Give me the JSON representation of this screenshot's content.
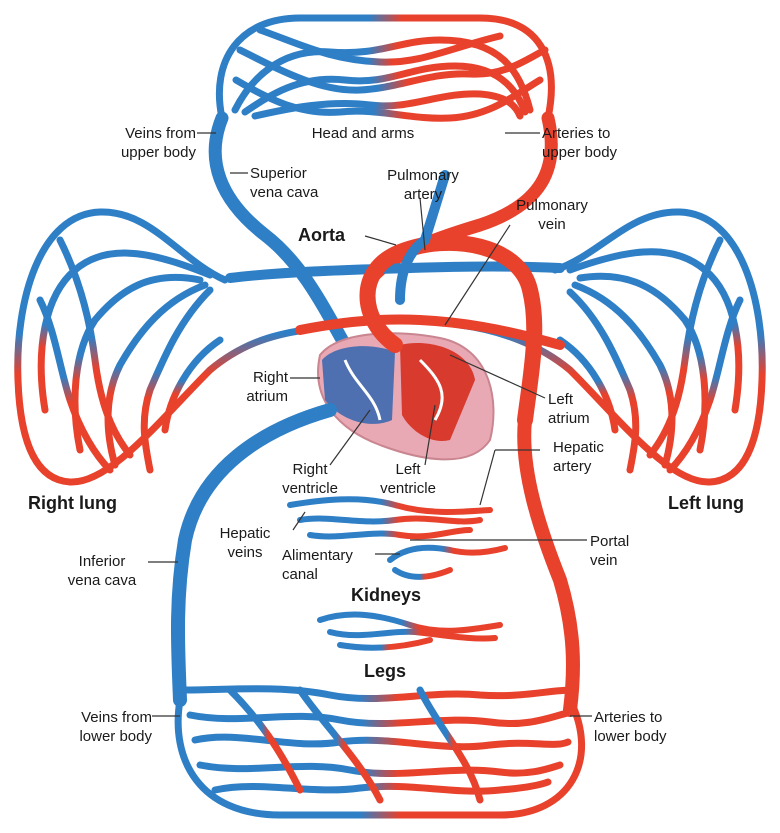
{
  "labels": {
    "head_and_arms": "Head and arms",
    "veins_upper_1": "Veins from",
    "veins_upper_2": "upper body",
    "arteries_upper_1": "Arteries to",
    "arteries_upper_2": "upper body",
    "superior_1": "Superior",
    "superior_2": "vena cava",
    "pulm_artery_1": "Pulmonary",
    "pulm_artery_2": "artery",
    "pulm_vein_1": "Pulmonary",
    "pulm_vein_2": "vein",
    "aorta": "Aorta",
    "right_atrium_1": "Right",
    "right_atrium_2": "atrium",
    "left_atrium_1": "Left",
    "left_atrium_2": "atrium",
    "right_ventricle_1": "Right",
    "right_ventricle_2": "ventricle",
    "left_ventricle_1": "Left",
    "left_ventricle_2": "ventricle",
    "hepatic_artery_1": "Hepatic",
    "hepatic_artery_2": "artery",
    "right_lung": "Right lung",
    "left_lung": "Left lung",
    "hepatic_veins_1": "Hepatic",
    "hepatic_veins_2": "veins",
    "alimentary_1": "Alimentary",
    "alimentary_2": "canal",
    "portal_1": "Portal",
    "portal_2": "vein",
    "inferior_1": "Inferior",
    "inferior_2": "vena cava",
    "kidneys": "Kidneys",
    "legs": "Legs",
    "veins_lower_1": "Veins from",
    "veins_lower_2": "lower body",
    "arteries_lower_1": "Arteries to",
    "arteries_lower_2": "lower body"
  },
  "colors": {
    "vein": "#2e7fc6",
    "artery": "#e8412c",
    "heart": "#e9a9b4"
  }
}
